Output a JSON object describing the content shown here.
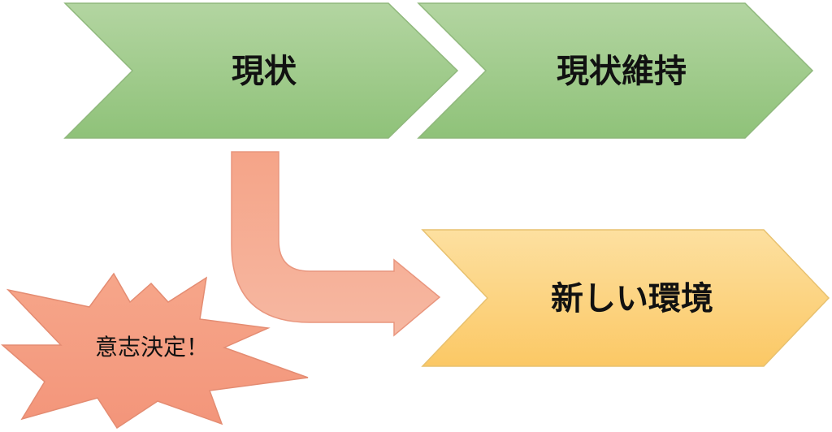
{
  "diagram": {
    "steps": {
      "current": "現状",
      "maintain": "現状維持",
      "new_environment": "新しい環境"
    },
    "decision": "意志決定！"
  },
  "colors": {
    "green_top": "#b3d5a1",
    "green_bottom": "#8fc279",
    "green_stroke": "#8fb87c",
    "orange_top": "#fde0a0",
    "orange_bottom": "#fbc865",
    "orange_stroke": "#e8c16f",
    "salmon_top": "#f5a488",
    "salmon_bottom": "#f6b8a2",
    "salmon_stroke": "#e9967e",
    "text": "#111111"
  }
}
